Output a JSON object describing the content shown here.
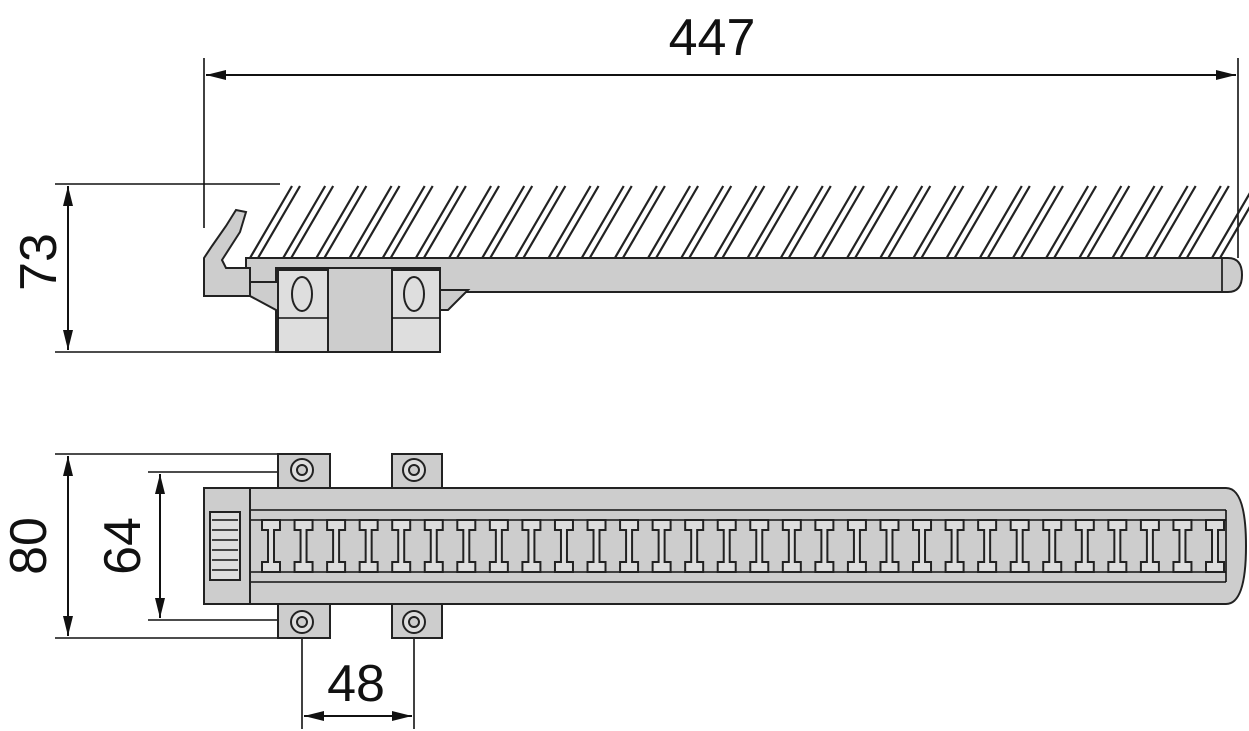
{
  "dimensions": {
    "length": "447",
    "height": "73",
    "width_outer": "80",
    "width_inner": "64",
    "mount_spacing": "48"
  },
  "colors": {
    "part_fill": "#cdcdcd",
    "part_light": "#dedede",
    "outline": "#222222",
    "dimension": "#111111"
  }
}
